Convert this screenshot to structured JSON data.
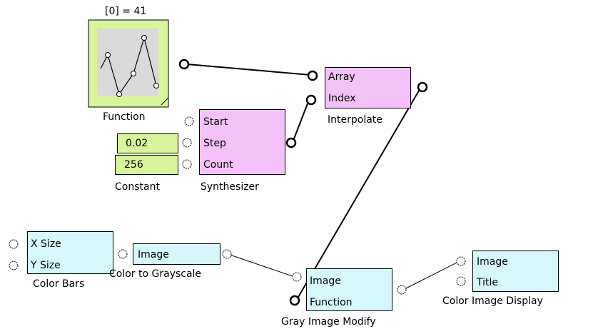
{
  "function_block": {
    "header": "[0] = 41",
    "label": "Function"
  },
  "constants": {
    "step_value": "0.02",
    "count_value": "256",
    "label": "Constant"
  },
  "synthesizer": {
    "ports": [
      "Start",
      "Step",
      "Count"
    ],
    "label": "Synthesizer"
  },
  "interpolate": {
    "ports": [
      "Array",
      "Index"
    ],
    "label": "Interpolate"
  },
  "color_bars": {
    "ports": [
      "X Size",
      "Y Size"
    ],
    "label": "Color Bars"
  },
  "color_to_grayscale": {
    "ports": [
      "Image"
    ],
    "label": "Color to Grayscale"
  },
  "gray_image_modify": {
    "ports": [
      "Image",
      "Function"
    ],
    "label": "Gray Image Modify"
  },
  "color_image_display": {
    "ports": [
      "Image",
      "Title"
    ],
    "label": "Color Image Display"
  },
  "colors": {
    "pink_block": "#f4c2f8",
    "cyan_block": "#d6f7fc",
    "green_block": "#d8f49c",
    "plot_bg": "#d9d9d9"
  }
}
